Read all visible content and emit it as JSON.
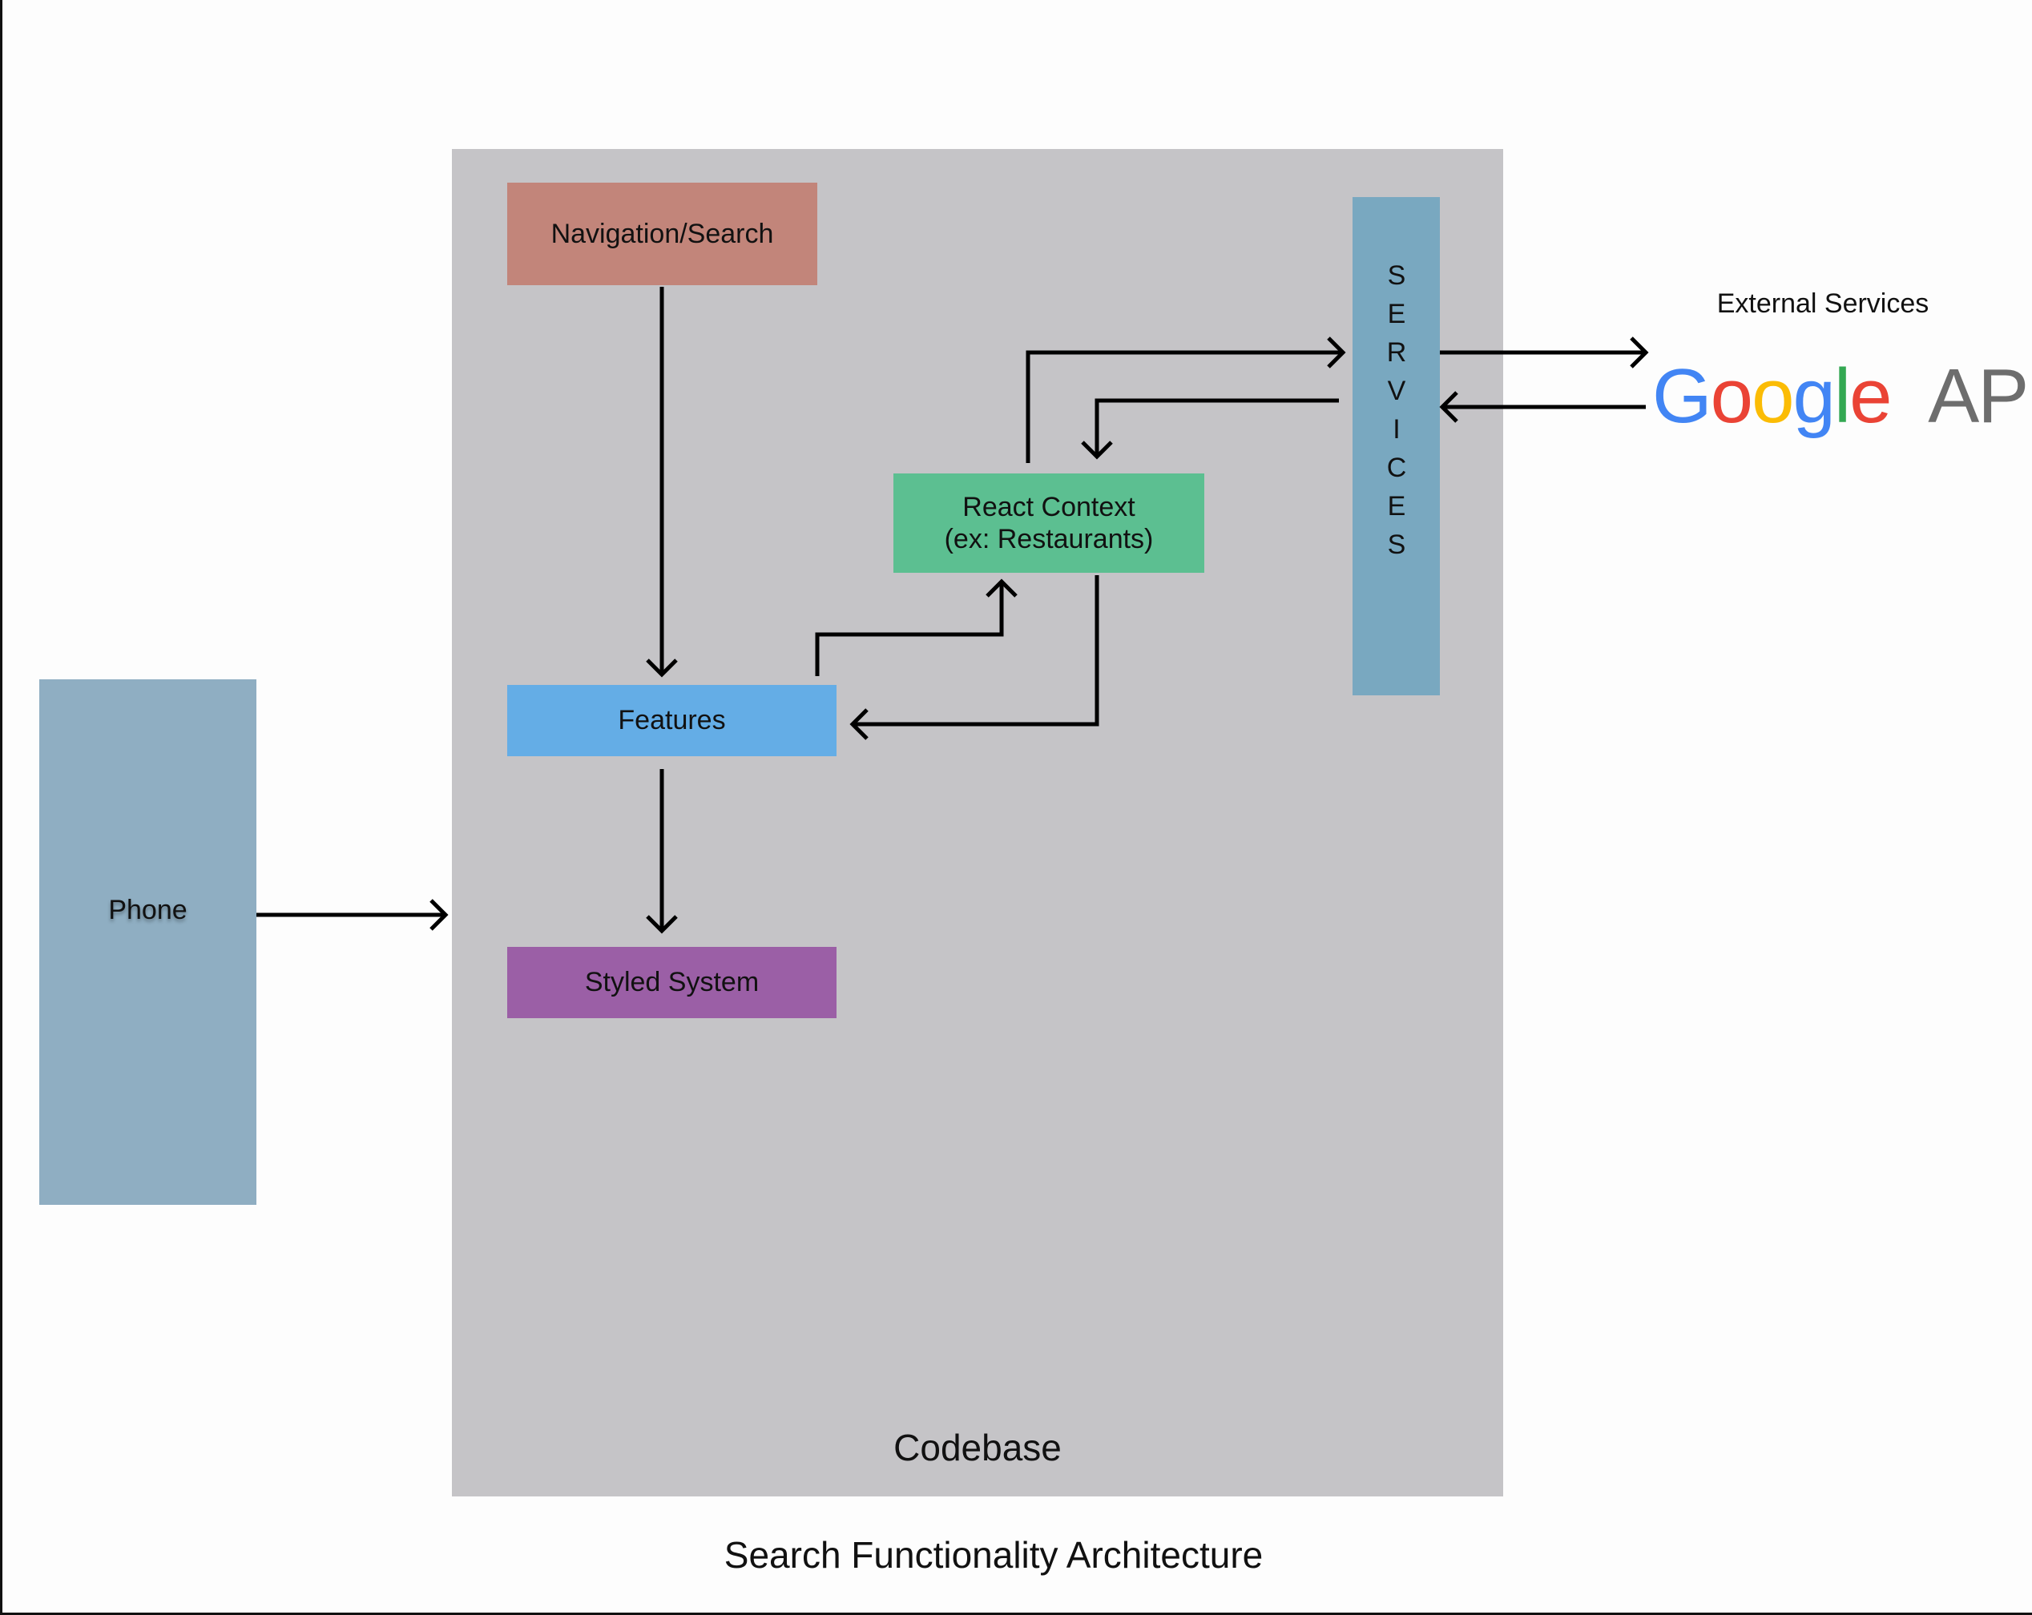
{
  "diagram": {
    "title": "Search Functionality Architecture",
    "codebase_label": "Codebase",
    "nodes": {
      "navigation": "Navigation/Search",
      "features": "Features",
      "styled_system": "Styled System",
      "react_context_line1": "React Context",
      "react_context_line2": "(ex: Restaurants)",
      "services": "SERVICES",
      "phone": "Phone"
    },
    "external": {
      "label": "External Services",
      "logo_word": [
        "G",
        "o",
        "o",
        "g",
        "l",
        "e"
      ],
      "logo_suffix": "APIs"
    },
    "colors": {
      "codebase": "#c5c4c7",
      "navigation": "#c2857a",
      "features": "#64ade6",
      "styled_system": "#9b5fa6",
      "react_context": "#5cbf91",
      "services": "#79a8c0",
      "phone": "#8faec2",
      "google_blue": "#4285f4",
      "google_red": "#ea4335",
      "google_yellow": "#fbbc05",
      "google_green": "#34a853"
    }
  }
}
